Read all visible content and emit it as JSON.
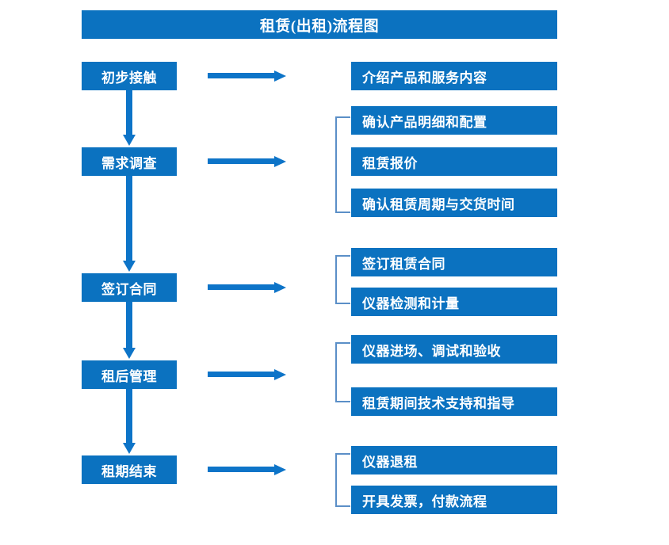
{
  "colors": {
    "box_fill": "#0B72C0",
    "box_text": "#FFFFFF",
    "arrow": "#0D74C8",
    "bracket": "#5B8FC7",
    "background": "#FFFFFF"
  },
  "title": "租赁(出租)流程图",
  "stages": [
    {
      "label": "初步接触"
    },
    {
      "label": "需求调查"
    },
    {
      "label": "签订合同"
    },
    {
      "label": "租后管理"
    },
    {
      "label": "租期结束"
    }
  ],
  "tasks": [
    {
      "label": "介绍产品和服务内容"
    },
    {
      "label": "确认产品明细和配置"
    },
    {
      "label": "租赁报价"
    },
    {
      "label": "确认租赁周期与交货时间"
    },
    {
      "label": "签订租赁合同"
    },
    {
      "label": "仪器检测和计量"
    },
    {
      "label": "仪器进场、调试和验收"
    },
    {
      "label": "租赁期间技术支持和指导"
    },
    {
      "label": "仪器退租"
    },
    {
      "label": "开具发票，付款流程"
    }
  ],
  "connectors": {
    "horizontal_arrow_name": "right-arrow-icon",
    "vertical_arrow_name": "down-arrow-icon",
    "bracket_name": "bracket-connector-icon"
  }
}
